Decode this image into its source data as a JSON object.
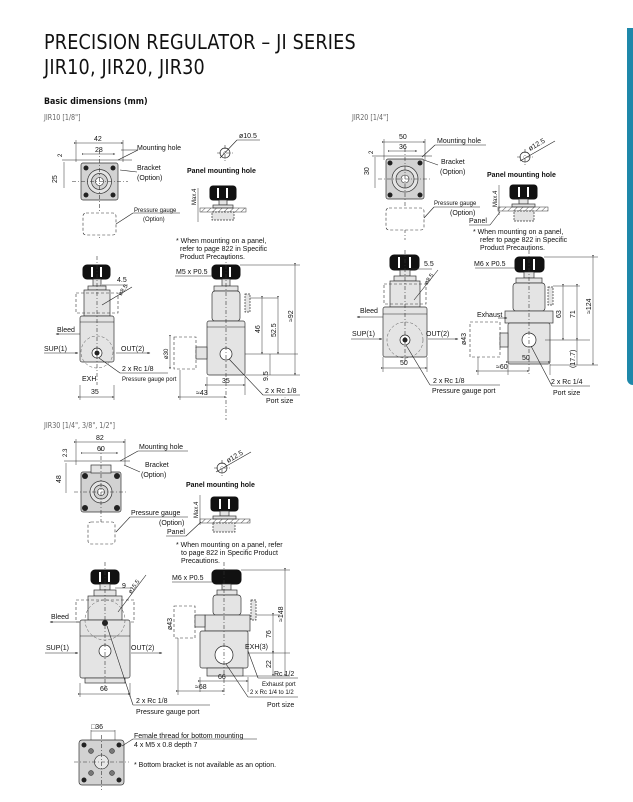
{
  "header": {
    "title_line1": "PRECISION REGULATOR – JI SERIES",
    "title_line2": "JIR10, JIR20, JIR30"
  },
  "section_title": "Basic dimensions (mm)",
  "accent_color": "#1e88aa",
  "jir10": {
    "label": "JIR10 [1/8\"]",
    "top_view": {
      "width_outer": "42",
      "width_inner": "28",
      "dim_small": "2",
      "dim_height": "25",
      "mounting_hole": "Mounting hole",
      "bracket": "Bracket",
      "bracket_option": "(Option)",
      "pressure_gauge": "Pressure gauge",
      "pressure_gauge_option": "(Option)"
    },
    "panel": {
      "hole_dia": "ø10.5",
      "title": "Panel mounting hole",
      "max": "Max.4",
      "note_line1": "* When mounting on a panel,",
      "note_line2": "refer to page 822 in Specific",
      "note_line3": "Product Precautions."
    },
    "front_view": {
      "dim_a": "4.5",
      "dim_dia": "ø8.5",
      "bleed": "Bleed",
      "sup": "SUP(1)",
      "out": "OUT(2)",
      "exh": "EXH",
      "gauge_port_size": "2 x Rc 1/8",
      "gauge_port": "Pressure gauge port",
      "width": "35"
    },
    "side_view": {
      "thread": "M5 x P0.5",
      "gauge_dia": "ø30",
      "dim_46": "46",
      "dim_52_5": "52.5",
      "dim_92": "≈92",
      "dim_9_5": "9.5",
      "width": "35",
      "offset": "≈43",
      "port_size": "2 x Rc 1/8",
      "port_label": "Port size"
    }
  },
  "jir20": {
    "label": "JIR20 [1/4\"]",
    "top_view": {
      "width_outer": "50",
      "width_inner": "36",
      "dim_small": "2",
      "dim_height": "30",
      "mounting_hole": "Mounting hole",
      "bracket": "Bracket",
      "bracket_option": "(Option)",
      "pressure_gauge": "Pressure gauge",
      "pressure_gauge_option": "(Option)",
      "panel": "Panel"
    },
    "panel": {
      "hole_dia": "ø12.5",
      "title": "Panel mounting hole",
      "max": "Max.4",
      "note_line1": "* When mounting on a panel,",
      "note_line2": "refer to page 822 in Specific",
      "note_line3": "Product Precautions."
    },
    "front_view": {
      "dim_a": "5.5",
      "dim_dia": "ø8.5",
      "bleed": "Bleed",
      "sup": "SUP(1)",
      "out": "OUT(2)",
      "width": "50",
      "gauge_port_size": "2 x Rc 1/8",
      "gauge_port": "Pressure gauge port"
    },
    "side_view": {
      "thread": "M6 x P0.5",
      "exhaust": "Exhaust",
      "gauge_dia": "ø43",
      "dim_63": "63",
      "dim_71": "71",
      "dim_124": "≈124",
      "dim_17_7": "(17.7)",
      "width": "50",
      "offset": "≈60",
      "port_size": "2 x Rc 1/4",
      "port_label": "Port size"
    }
  },
  "jir30": {
    "label": "JIR30 [1/4\", 3/8\", 1/2\"]",
    "top_view": {
      "width_outer": "82",
      "width_inner": "60",
      "dim_small": "2.3",
      "dim_height": "48",
      "mounting_hole": "Mounting hole",
      "bracket": "Bracket",
      "bracket_option": "(Option)",
      "pressure_gauge": "Pressure gauge",
      "pressure_gauge_option": "(Option)",
      "panel": "Panel"
    },
    "panel": {
      "hole_dia": "ø12.5",
      "title": "Panel mounting hole",
      "max": "Max.4",
      "note_line1": "* When mounting on a panel, refer",
      "note_line2": "to page 822 in Specific Product",
      "note_line3": "Precautions."
    },
    "front_view": {
      "dim_a": "9",
      "dim_dia": "ø15.5",
      "bleed": "Bleed",
      "sup": "SUP(1)",
      "out": "OUT(2)",
      "width": "66",
      "gauge_port_size": "2 x Rc 1/8",
      "gauge_port": "Pressure gauge port"
    },
    "side_view": {
      "thread": "M6 x P0.5",
      "gauge_dia": "ø43",
      "exh": "EXH(3)",
      "dim_76": "76",
      "dim_148": "≈148",
      "dim_22": "22",
      "width": "66",
      "offset": "≈68",
      "exhaust_size": "Rc 1/2",
      "exhaust_port": "Exhaust port",
      "port_range": "2 x Rc 1/4 to 1/2",
      "port_label": "Port size"
    },
    "bottom_view": {
      "square": "□36",
      "thread_title": "Female thread for bottom mounting",
      "thread_spec": "4 x M5 x 0.8 depth 7",
      "note": "* Bottom bracket is not available as an option."
    }
  }
}
